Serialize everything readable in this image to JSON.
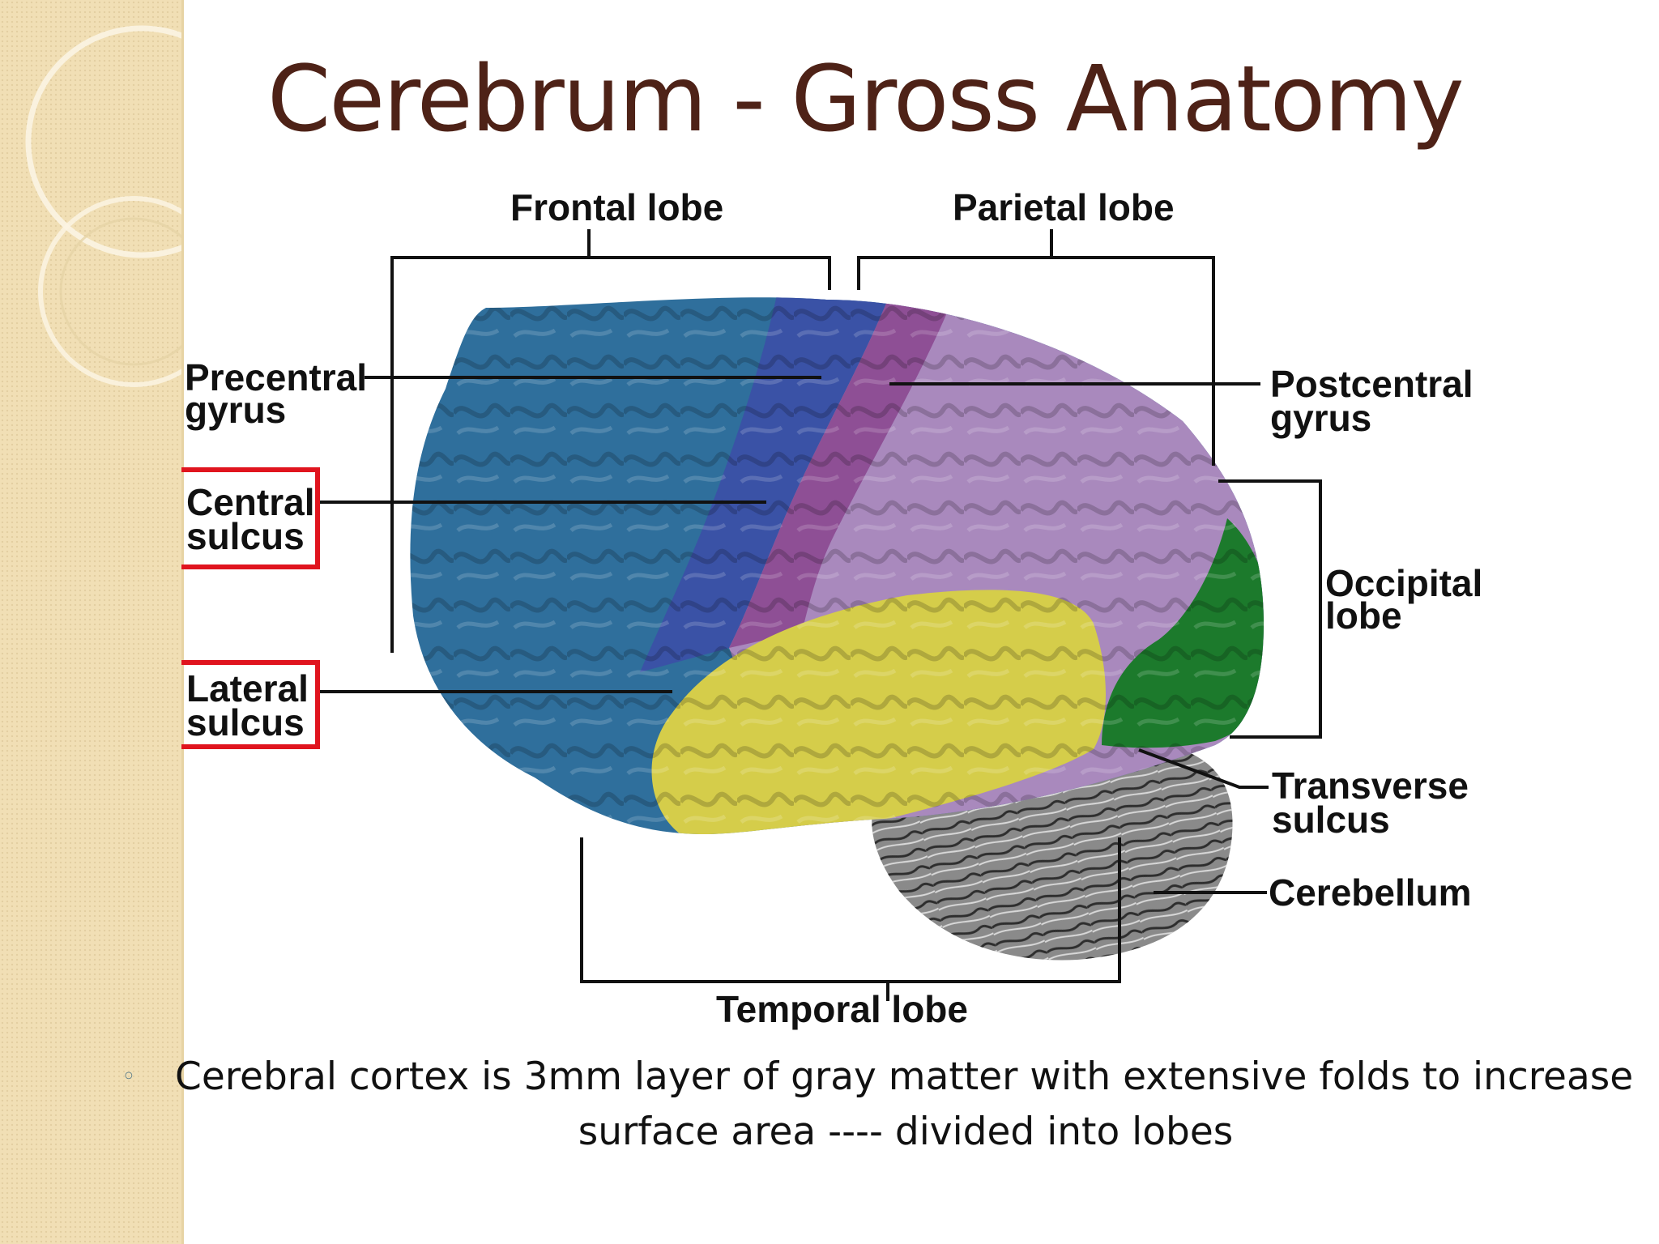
{
  "slide": {
    "title": "Cerebrum - Gross Anatomy",
    "bullet_symbol": "◦",
    "caption_line1": "Cerebral cortex is 3mm layer of gray matter with extensive folds to increase",
    "caption_line2": "surface area ---- divided into lobes"
  },
  "diagram": {
    "labels": {
      "frontal_lobe": "Frontal lobe",
      "parietal_lobe": "Parietal lobe",
      "precentral_gyrus_1": "Precentral",
      "precentral_gyrus_2": "gyrus",
      "central_sulcus_1": "Central",
      "central_sulcus_2": "sulcus",
      "lateral_sulcus_1": "Lateral",
      "lateral_sulcus_2": "sulcus",
      "postcentral_gyrus_1": "Postcentral",
      "postcentral_gyrus_2": "gyrus",
      "occipital_lobe_1": "Occipital",
      "occipital_lobe_2": "lobe",
      "transverse_sulcus_1": "Transverse",
      "transverse_sulcus_2": "sulcus",
      "cerebellum": "Cerebellum",
      "temporal_lobe": "Temporal lobe"
    },
    "colors": {
      "frontal": "#2f6f9c",
      "precentral": "#3a52a6",
      "postcentral": "#8e4f95",
      "parietal": "#a989bd",
      "occipital": "#1c7a2c",
      "temporal": "#d5cd4a",
      "cerebellum": "#8a8a8a",
      "highlight_box": "#e0141e",
      "title": "#4e2217"
    }
  }
}
